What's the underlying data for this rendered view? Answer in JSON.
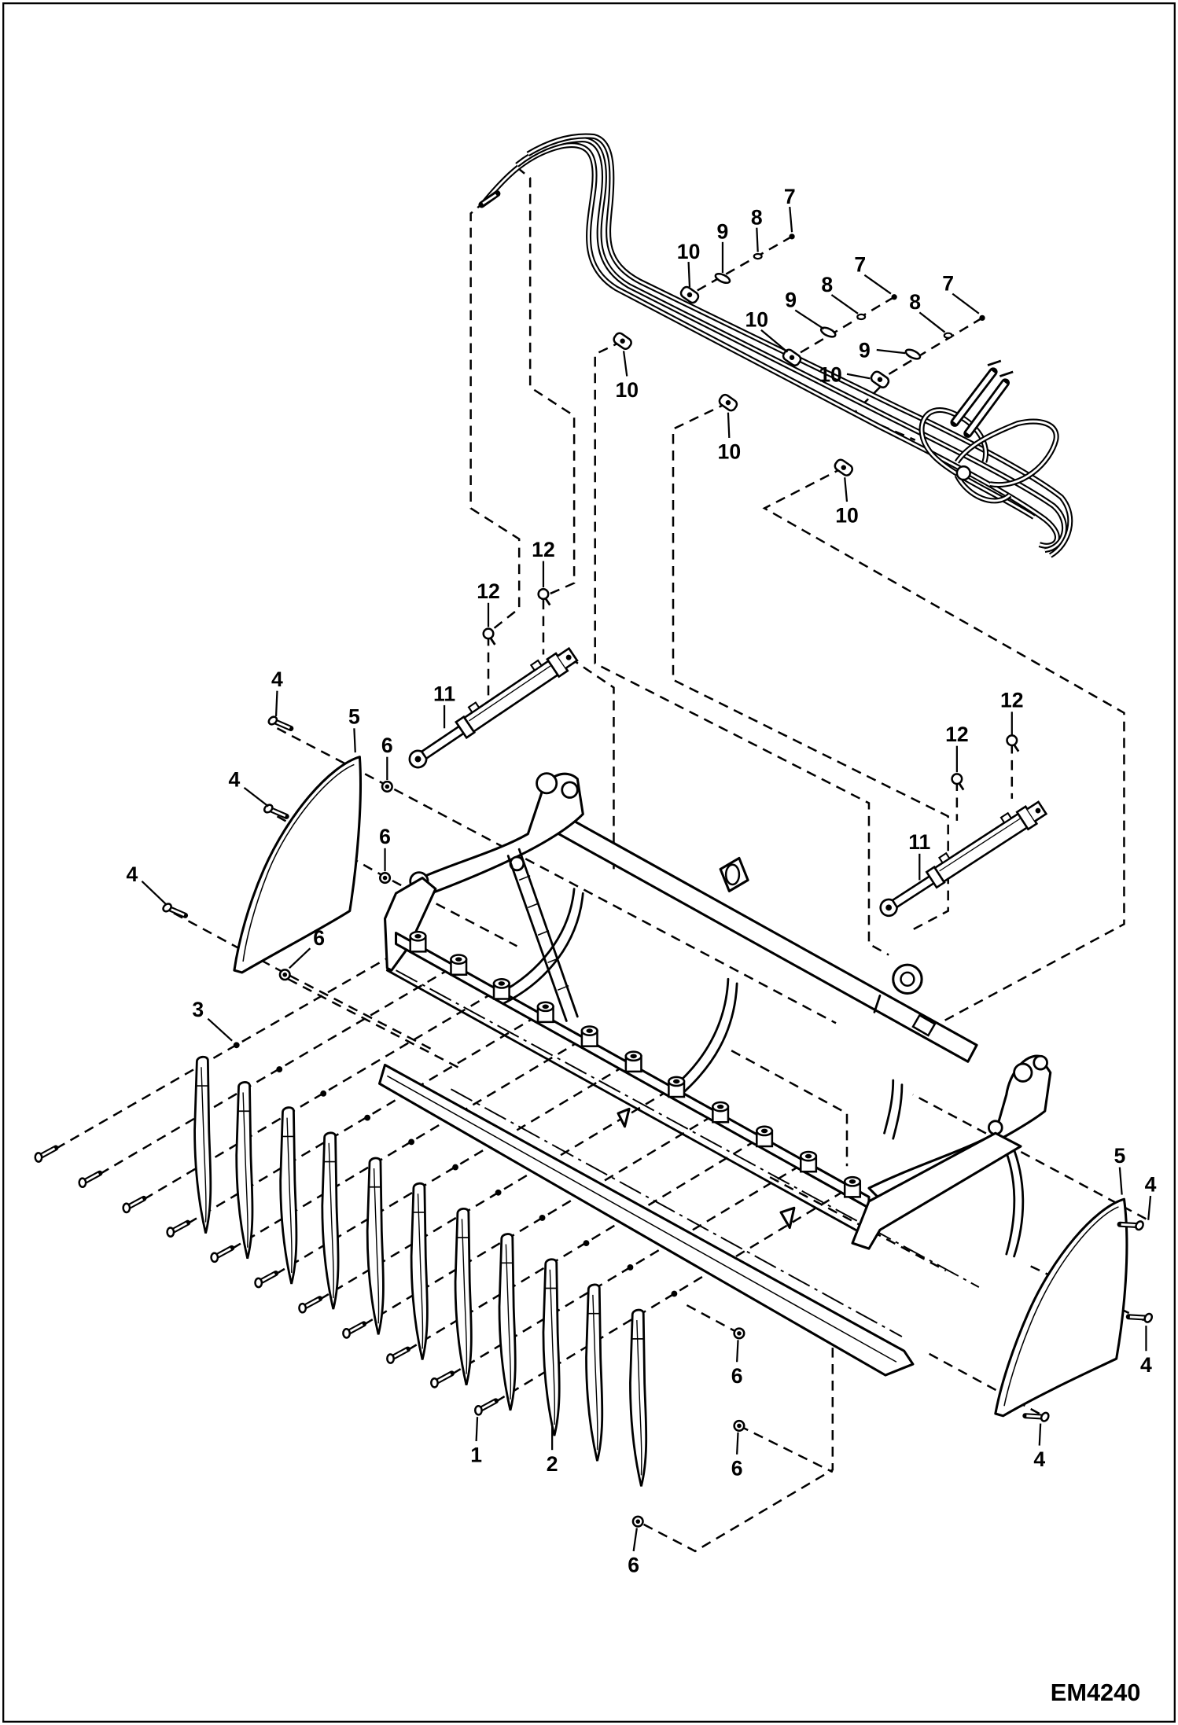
{
  "figure_id": "EM4240",
  "callouts": [
    "7",
    "8",
    "9",
    "10",
    "7",
    "8",
    "9",
    "10",
    "7",
    "8",
    "9",
    "10",
    "10",
    "10",
    "10",
    "12",
    "12",
    "11",
    "4",
    "5",
    "6",
    "4",
    "6",
    "4",
    "6",
    "3",
    "12",
    "12",
    "11",
    "5",
    "4",
    "4",
    "6",
    "6",
    "4",
    "1",
    "2",
    "6"
  ]
}
